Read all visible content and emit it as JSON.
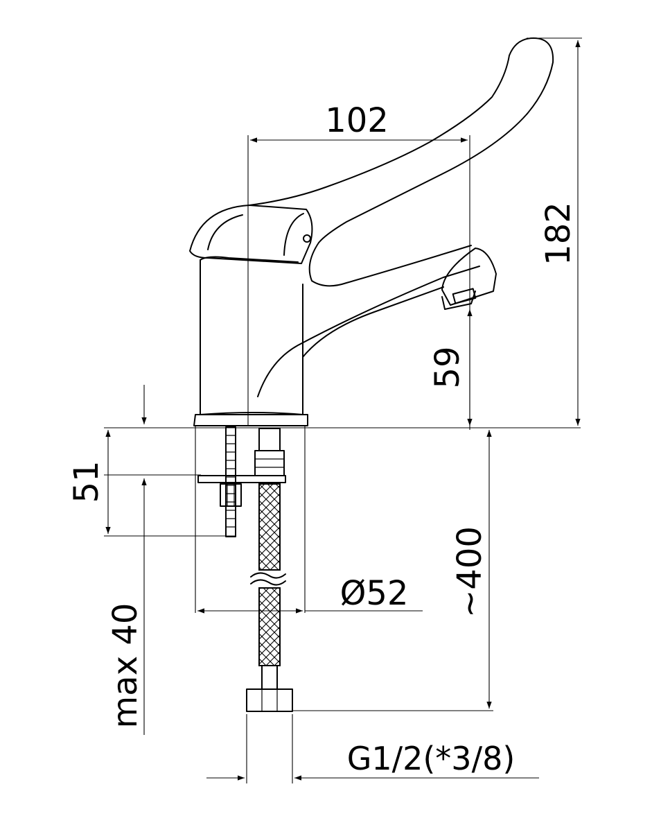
{
  "dimensions": {
    "overall_height": "182",
    "lever_reach": "102",
    "spout_height": "59",
    "shank_length": "51",
    "max_deck_thickness": "max 40",
    "base_diameter": "Ø52",
    "hose_length": "~400",
    "connection_thread": "G1/2(*3/8)"
  },
  "colors": {
    "line": "#000000",
    "background": "#ffffff"
  }
}
